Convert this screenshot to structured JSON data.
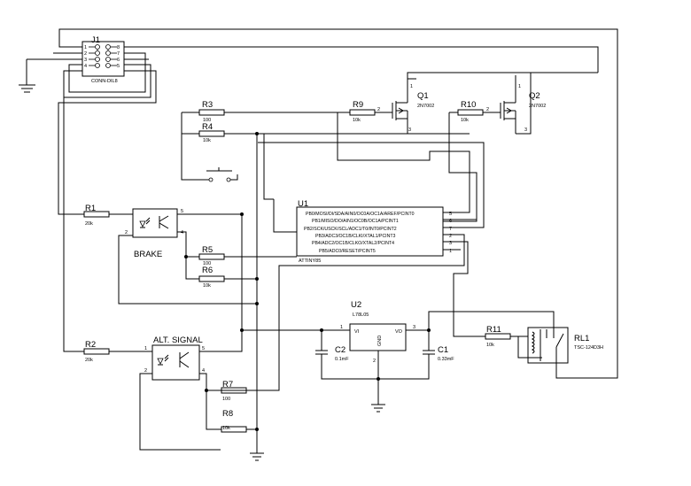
{
  "connector": {
    "ref": "J1",
    "name": "CONN-DIL8",
    "pins_left": [
      "1",
      "2",
      "3",
      "4"
    ],
    "pins_right": [
      "8",
      "7",
      "6",
      "5"
    ]
  },
  "resistors": [
    {
      "ref": "R1",
      "value": "20k"
    },
    {
      "ref": "R2",
      "value": "20k"
    },
    {
      "ref": "R3",
      "value": "100"
    },
    {
      "ref": "R4",
      "value": "10k"
    },
    {
      "ref": "R5",
      "value": "100"
    },
    {
      "ref": "R6",
      "value": "10k"
    },
    {
      "ref": "R7",
      "value": "100"
    },
    {
      "ref": "R8",
      "value": "10k"
    },
    {
      "ref": "R9",
      "value": "10k"
    },
    {
      "ref": "R10",
      "value": "10k"
    },
    {
      "ref": "R11",
      "value": "10k"
    }
  ],
  "transistors": [
    {
      "ref": "Q1",
      "part": "2N7002"
    },
    {
      "ref": "Q2",
      "part": "2N7002"
    }
  ],
  "optocouplers": [
    {
      "label": "BRAKE"
    },
    {
      "label": "ALT. SIGNAL"
    }
  ],
  "mcu": {
    "ref": "U1",
    "part": "ATTINY85",
    "pins": [
      "PB0/MOSI/DI/SDA/AIN0/OC0A/OC1A/AREF/PCINT0",
      "PB1/MISO/DO/AIN1/OC0B/OC1A/PCINT1",
      "PB2/SCK/USCK/SCL/ADC1/T0/INT0/PCINT2",
      "PB3/ADC3/OC1B/CLKI/XTAL1/PCINT3",
      "PB4/ADC2/OC1B/CLKO/XTAL2/PCINT4",
      "PB5/ADC0/RESET/PCINT5"
    ],
    "pin_numbers": [
      "5",
      "6",
      "7",
      "2",
      "3",
      "1"
    ]
  },
  "regulator": {
    "ref": "U2",
    "part": "L78L05",
    "vi": "VI",
    "vo": "VO",
    "gnd": "GND",
    "pin_in": "1",
    "pin_out": "3",
    "pin_gnd": "2"
  },
  "capacitors": [
    {
      "ref": "C1",
      "value": "0.33mF"
    },
    {
      "ref": "C2",
      "value": "0.1mF"
    }
  ],
  "relay": {
    "ref": "RL1",
    "part": "TSC-124D3H"
  },
  "pin_labels": {
    "q1_gate": "2",
    "q1_drain": "1",
    "q1_source": "3",
    "q2_drain": "1",
    "q2_source": "3",
    "opto1_pin": "2",
    "opto1_pin_r": "4",
    "opto1_pin_5": "5",
    "opto2_pin1": "1",
    "opto2_pin2": "2",
    "opto2_pin4": "4",
    "opto2_pin5": "5"
  }
}
